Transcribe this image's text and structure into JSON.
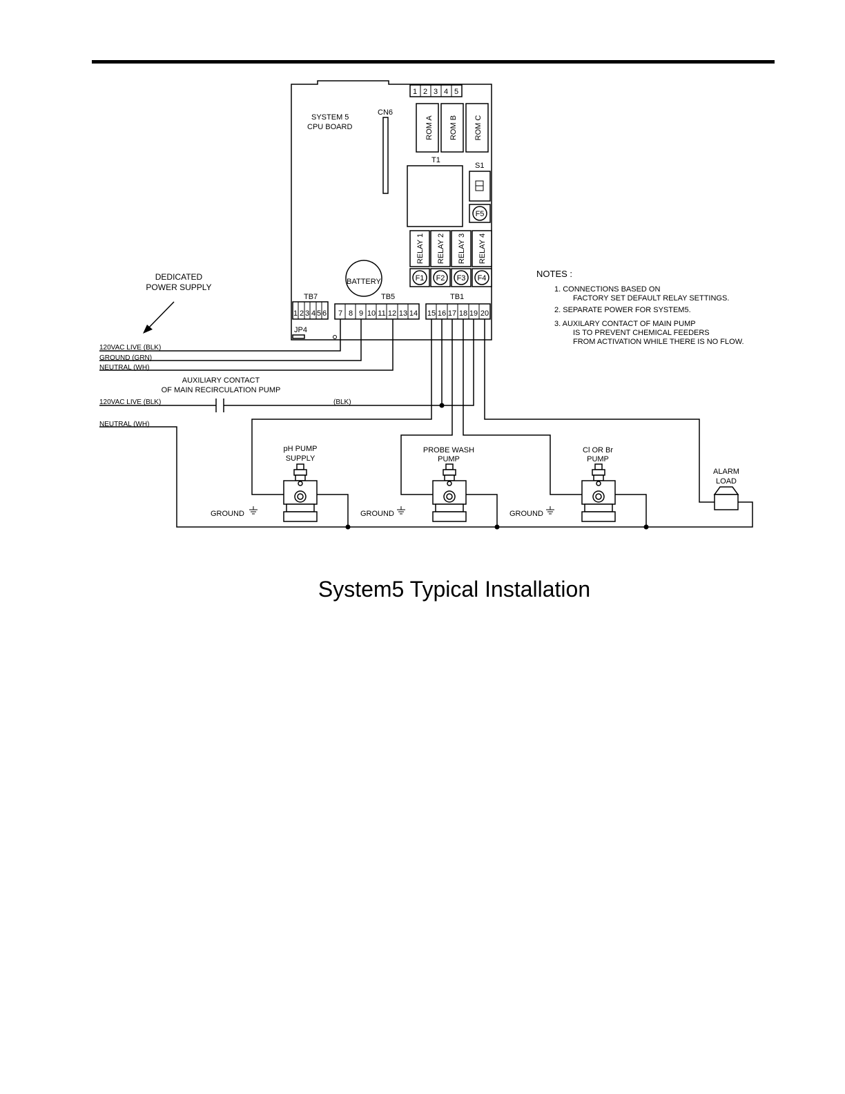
{
  "board": {
    "title_line1": "SYSTEM 5",
    "title_line2": "CPU BOARD",
    "cn6": "CN6",
    "top_header_pins": [
      "1",
      "2",
      "3",
      "4",
      "5"
    ],
    "roms": [
      "ROM A",
      "ROM B",
      "ROM C"
    ],
    "t1": "T1",
    "s1": "S1",
    "f5": "F5",
    "relays": [
      "RELAY 1",
      "RELAY 2",
      "RELAY 3",
      "RELAY 4"
    ],
    "fuses": [
      "F1",
      "F2",
      "F3",
      "F4"
    ],
    "battery": "BATTERY",
    "tb7": "TB7",
    "tb7_pins": [
      "1",
      "2",
      "3",
      "4",
      "5",
      "6"
    ],
    "tb5": "TB5",
    "tb5_pins": [
      "7",
      "8",
      "9",
      "10",
      "11",
      "12",
      "13",
      "14"
    ],
    "tb1": "TB1",
    "tb1_pins": [
      "15",
      "16",
      "17",
      "18",
      "19",
      "20"
    ],
    "jp4": "JP4"
  },
  "supply": {
    "label_line1": "DEDICATED",
    "label_line2": "POWER SUPPLY",
    "live": "120VAC LIVE (BLK)",
    "ground": "GROUND (GRN)",
    "neutral": "NEUTRAL (WH)"
  },
  "aux": {
    "label_line1": "AUXILIARY CONTACT",
    "label_line2": "OF MAIN RECIRCULATION PUMP",
    "live": "120VAC LIVE (BLK)",
    "blk": "(BLK)",
    "neutral": "NEUTRAL (WH)"
  },
  "pumps": [
    {
      "line1": "pH PUMP",
      "line2": "SUPPLY",
      "ground": "GROUND"
    },
    {
      "line1": "PROBE WASH",
      "line2": "PUMP",
      "ground": "GROUND"
    },
    {
      "line1": "Cl OR Br",
      "line2": "PUMP",
      "ground": "GROUND"
    }
  ],
  "alarm": {
    "line1": "ALARM",
    "line2": "LOAD"
  },
  "notes": {
    "title": "NOTES :",
    "n1_line1": "1.  CONNECTIONS BASED ON",
    "n1_line2": "FACTORY SET DEFAULT RELAY SETTINGS.",
    "n2": "2.  SEPARATE POWER FOR SYSTEM5.",
    "n3_line1": "3.  AUXILARY CONTACT OF MAIN PUMP",
    "n3_line2": "IS TO PREVENT CHEMICAL FEEDERS",
    "n3_line3": "FROM ACTIVATION WHILE THERE IS NO FLOW."
  },
  "caption": "System5 Typical Installation"
}
